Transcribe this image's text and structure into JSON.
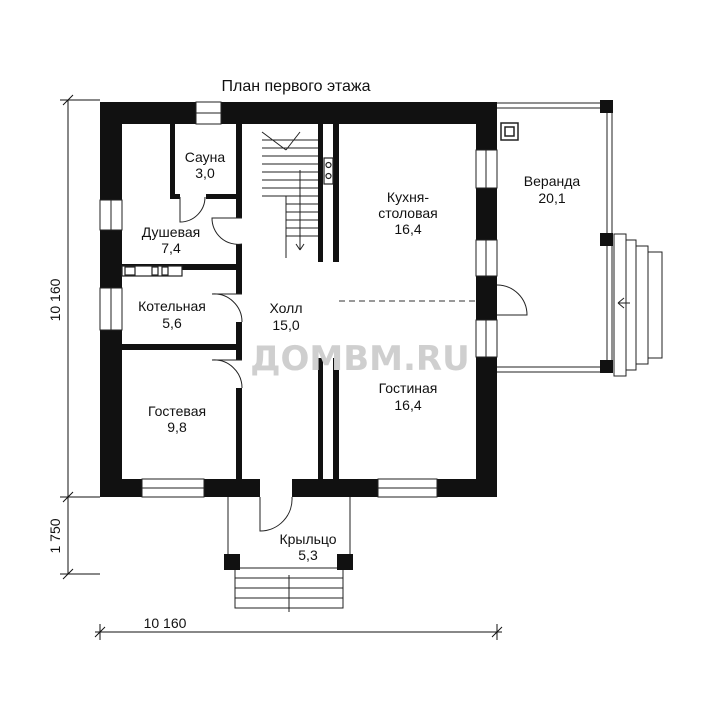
{
  "title": "План первого этажа",
  "dimensions": {
    "height_main": "10 160",
    "height_porch": "1 750",
    "width_bottom": "10 160"
  },
  "rooms": [
    {
      "id": "sauna",
      "name": "Сауна",
      "area": "3,0"
    },
    {
      "id": "shower",
      "name": "Душевая",
      "area": "7,4"
    },
    {
      "id": "boiler",
      "name": "Котельная",
      "area": "5,6"
    },
    {
      "id": "guest",
      "name": "Гостевая",
      "area": "9,8"
    },
    {
      "id": "hall",
      "name": "Холл",
      "area": "15,0"
    },
    {
      "id": "kitchen",
      "name": "Кухня-",
      "name2": "столовая",
      "area": "16,4"
    },
    {
      "id": "living",
      "name": "Гостиная",
      "area": "16,4"
    },
    {
      "id": "veranda",
      "name": "Веранда",
      "area": "20,1"
    },
    {
      "id": "porch",
      "name": "Крыльцо",
      "area": "5,3"
    }
  ],
  "watermark": "ДОМВМ.RU"
}
